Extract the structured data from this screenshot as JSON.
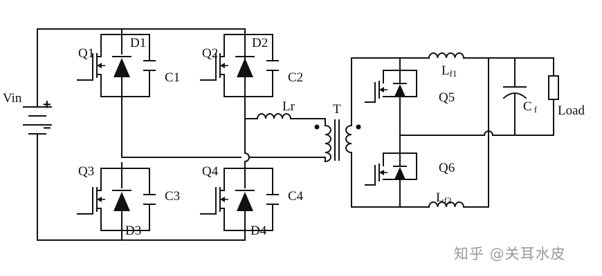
{
  "labels": {
    "vin": "Vin",
    "plus": "+",
    "minus": "−",
    "q1": "Q1",
    "d1": "D1",
    "c1": "C1",
    "q2": "Q2",
    "d2": "D2",
    "c2": "C2",
    "q3": "Q3",
    "d3": "D3",
    "c3": "C3",
    "q4": "Q4",
    "d4": "D4",
    "c4": "C4",
    "lr": "Lr",
    "t": "T",
    "q5": "Q5",
    "q6": "Q6",
    "lf1_main": "L",
    "lf1_sub": "f1",
    "lf2_main": "L",
    "lf2_sub": "f2",
    "cf_main": "C",
    "cf_sub": "f",
    "load": "Load"
  },
  "watermark": "知乎 @关耳水皮"
}
